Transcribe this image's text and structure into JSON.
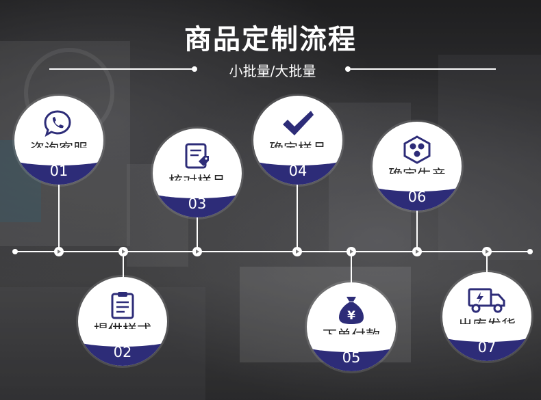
{
  "title": "商品定制流程",
  "subtitle": "小批量/大批量",
  "colors": {
    "accent": "#2d2c78",
    "line": "#ffffff",
    "circle": "#ffffff",
    "text": "#222222"
  },
  "steps": [
    {
      "label": "咨询客服",
      "num": "01",
      "icon": "phone-chat-icon"
    },
    {
      "label": "提供样式",
      "num": "02",
      "icon": "clipboard-icon"
    },
    {
      "label": "核对样品",
      "num": "03",
      "icon": "document-tag-icon"
    },
    {
      "label": "确定样品",
      "num": "04",
      "icon": "checkmark-icon"
    },
    {
      "label": "下单付款",
      "num": "05",
      "icon": "money-bag-icon"
    },
    {
      "label": "确定生产",
      "num": "06",
      "icon": "production-hexagon-icon"
    },
    {
      "label": "出库发货",
      "num": "07",
      "icon": "delivery-truck-icon"
    }
  ]
}
